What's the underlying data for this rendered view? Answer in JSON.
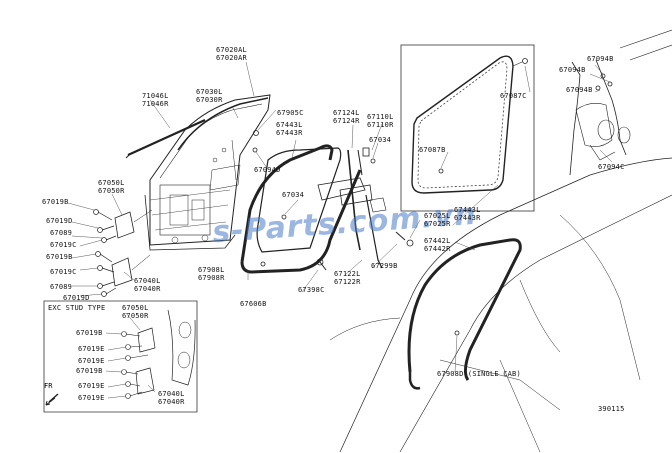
{
  "labels": {
    "l67020AL": "67020AL",
    "l67020AR": "67020AR",
    "l71046L": "71046L",
    "l71046R": "71046R",
    "l67030L": "67030L",
    "l67030R": "67030R",
    "l67905C": "67905C",
    "l67443L_a": "67443L",
    "l67443R_a": "67443R",
    "l67124L": "67124L",
    "l67124R": "67124R",
    "l67110L": "67110L",
    "l67110R": "67110R",
    "l67034_a": "67034",
    "l67094D": "67094D",
    "l67034_b": "67034",
    "l67019B_a": "67019B",
    "l67050L_a": "67050L",
    "l67050R_a": "67050R",
    "l67019D_a": "67019D",
    "l67089_a": "67089",
    "l67019C_a": "67019C",
    "l67019B_b": "67019B",
    "l67019C_b": "67019C",
    "l67089_b": "67089",
    "l67019D_b": "67019D",
    "l67040L_a": "67040L",
    "l67040R_a": "67040R",
    "l67908L": "67908L",
    "l67908R": "67908R",
    "l67606B": "67606B",
    "l67398C": "67398C",
    "l67122L": "67122L",
    "l67122R": "67122R",
    "l67299B": "67299B",
    "l67087C": "67087C",
    "l67087B": "67087B",
    "l67025L": "67025L",
    "l67025R": "67025R",
    "l67443L_b": "67443L",
    "l67443R_b": "67443R",
    "l67442L": "67442L",
    "l67442R": "67442R",
    "l67094B_a": "67094B",
    "l67094B_b": "67094B",
    "l67094B_c": "67094B",
    "l67094C": "67094C",
    "exc_title": "EXC STUD TYPE",
    "l67050L_b": "67050L",
    "l67050R_b": "67050R",
    "l67019B_c": "67019B",
    "l67019E_a": "67019E",
    "l67019E_b": "67019E",
    "l67019B_d": "67019B",
    "l67019E_c": "67019E",
    "l67019E_d": "67019E",
    "l67040L_b": "67040L",
    "l67040R_b": "67040R",
    "l67908D": "67908D (SINGLE CAB)",
    "fr": "FR",
    "code": "390115",
    "watermark": "s-Parts.com.vn"
  }
}
